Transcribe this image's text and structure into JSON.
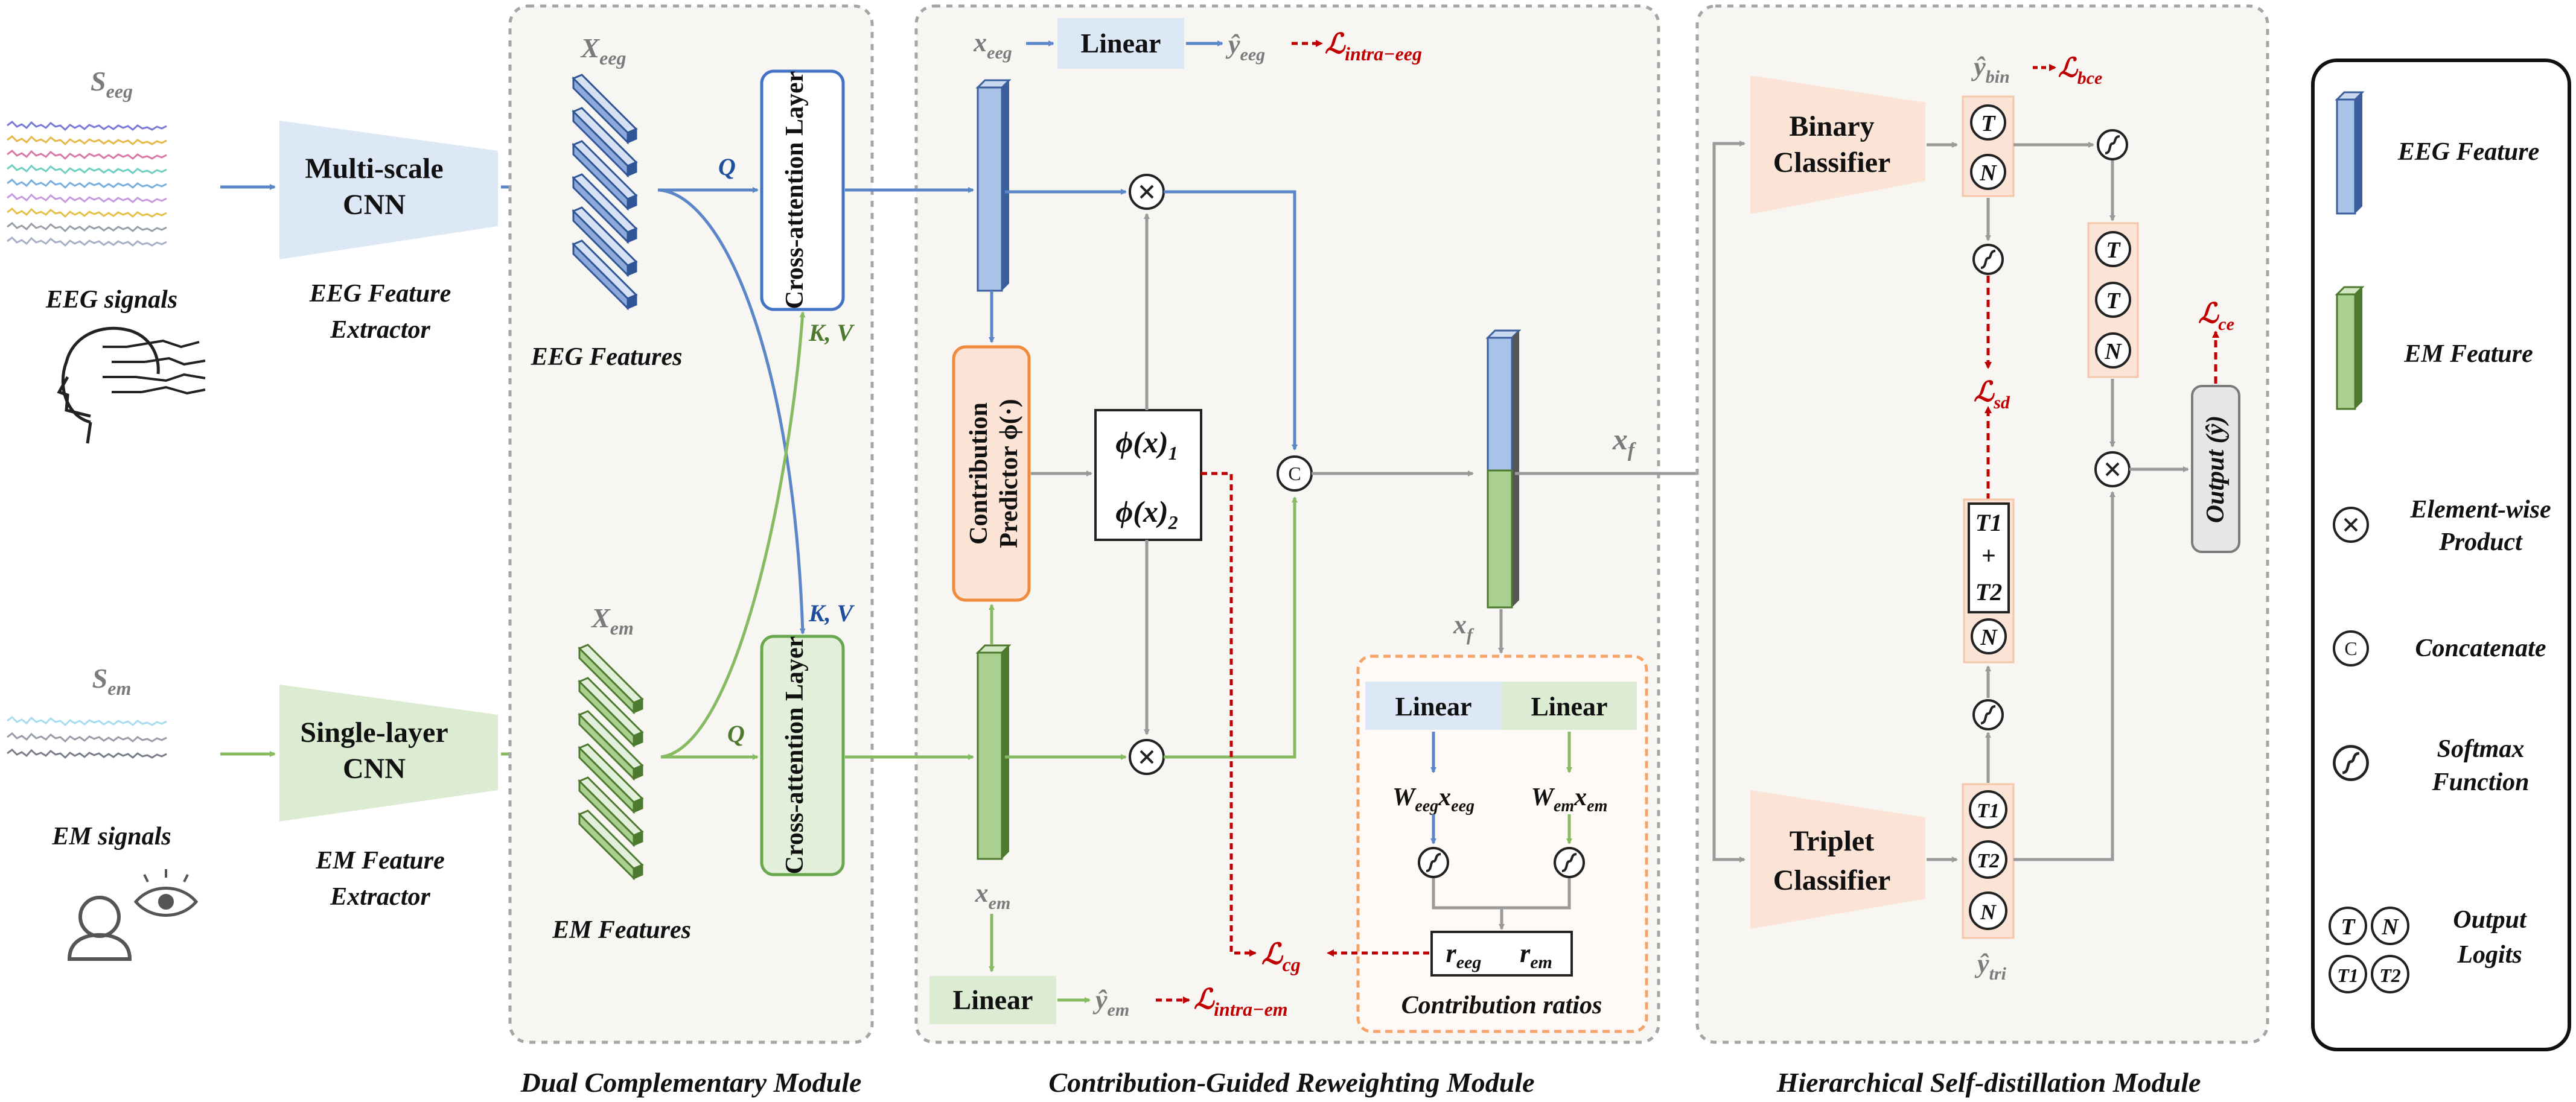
{
  "inputs": {
    "eeg_symbol": "S",
    "eeg_symbol_sub": "eeg",
    "eeg_label": "EEG signals",
    "em_symbol": "S",
    "em_symbol_sub": "em",
    "em_label": "EM signals"
  },
  "extractors": {
    "eeg_block_line1": "Multi-scale",
    "eeg_block_line2": "CNN",
    "eeg_caption_line1": "EEG Feature",
    "eeg_caption_line2": "Extractor",
    "em_block_line1": "Single-layer",
    "em_block_line2": "CNN",
    "em_caption_line1": "EM Feature",
    "em_caption_line2": "Extractor"
  },
  "dual_module": {
    "title": "Dual Complementary Module",
    "x_eeg": "X",
    "x_eeg_sub": "eeg",
    "x_em": "X",
    "x_em_sub": "em",
    "eeg_features_label": "EEG Features",
    "em_features_label": "EM Features",
    "cross_attention_label": "Cross-attention Layer",
    "q_label": "Q",
    "kv_label": "K, V"
  },
  "cgr_module": {
    "title": "Contribution-Guided Reweighting Module",
    "x_eeg": "x",
    "x_eeg_sub": "eeg",
    "x_em": "x",
    "x_em_sub": "em",
    "linear_label": "Linear",
    "y_eeg": "ŷ",
    "y_eeg_sub": "eeg",
    "y_em": "ŷ",
    "y_em_sub": "em",
    "loss_intra_eeg": "ℒ",
    "loss_intra_eeg_sub": "intra−eeg",
    "loss_intra_em": "ℒ",
    "loss_intra_em_sub": "intra−em",
    "loss_cg": "ℒ",
    "loss_cg_sub": "cg",
    "predictor_line1": "Contribution",
    "predictor_line2": "Predictor ϕ(·)",
    "phi1": "ϕ(x)",
    "phi1_sub": "1",
    "phi2": "ϕ(x)",
    "phi2_sub": "2",
    "concat_symbol": "C",
    "times_symbol": "×",
    "x_f": "x",
    "x_f_sub": "f",
    "w_eeg": "W",
    "w_eeg_sub": "eeg",
    "w_eeg_x": "x",
    "w_eeg_x_sub": "eeg",
    "w_em": "W",
    "w_em_sub": "em",
    "w_em_x": "x",
    "w_em_x_sub": "em",
    "r_eeg": "r",
    "r_eeg_sub": "eeg",
    "r_em": "r",
    "r_em_sub": "em",
    "ratios_caption": "Contribution ratios"
  },
  "hsd_module": {
    "title": "Hierarchical Self-distillation Module",
    "binary_line1": "Binary",
    "binary_line2": "Classifier",
    "triplet_line1": "Triplet",
    "triplet_line2": "Classifier",
    "y_bin": "ŷ",
    "y_bin_sub": "bin",
    "y_tri": "ŷ",
    "y_tri_sub": "tri",
    "loss_bce": "ℒ",
    "loss_bce_sub": "bce",
    "loss_sd": "ℒ",
    "loss_sd_sub": "sd",
    "loss_ce": "ℒ",
    "loss_ce_sub": "ce",
    "logit_T": "T",
    "logit_N": "N",
    "logit_T1": "T1",
    "logit_T2": "T2",
    "plus": "+",
    "output_label": "Output (ŷ)"
  },
  "legend": {
    "eeg_feature": "EEG Feature",
    "em_feature": "EM Feature",
    "elementwise_line1": "Element-wise",
    "elementwise_line2": "Product",
    "concatenate": "Concatenate",
    "softmax_line1": "Softmax",
    "softmax_line2": "Function",
    "output_line1": "Output",
    "output_line2": "Logits"
  },
  "colors": {
    "eeg_blue": "#5b86c8",
    "em_green": "#86bb62",
    "loss_red": "#c00000",
    "flow_gray": "#9a9a9a",
    "extractor_blue_fill": "#dce8f5",
    "extractor_green_fill": "#dcecd2",
    "classifier_orange_fill": "#fbe3d6",
    "predictor_border": "#f08a3c"
  }
}
